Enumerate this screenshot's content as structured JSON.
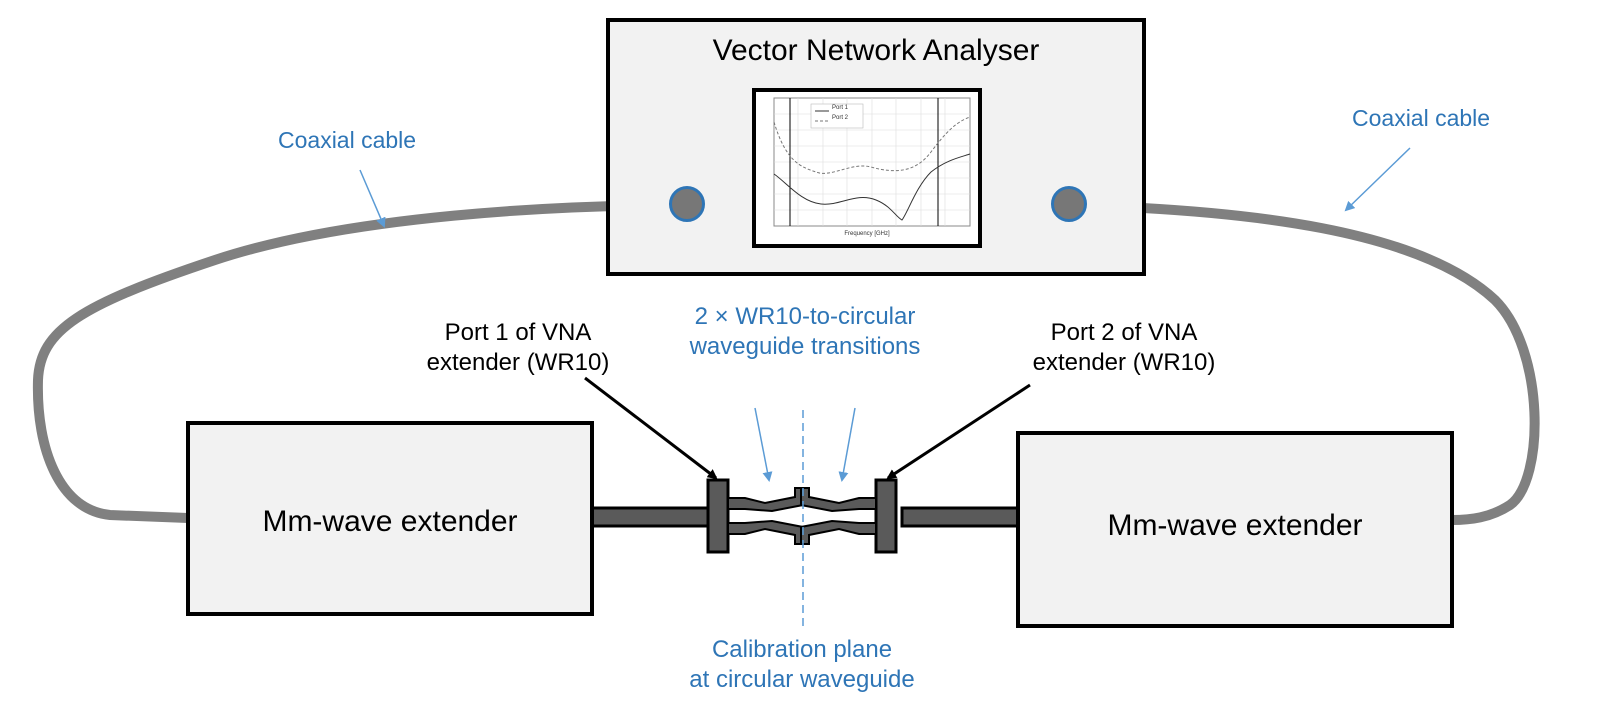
{
  "vna": {
    "title": "Vector Network Analyser",
    "screen": {
      "legend": [
        "Port 1",
        "Port 2"
      ],
      "xlabel": "Frequency [GHz]"
    }
  },
  "extender_left": {
    "label": "Mm-wave extender"
  },
  "extender_right": {
    "label": "Mm-wave extender"
  },
  "labels": {
    "coax_left": "Coaxial cable",
    "coax_right": "Coaxial cable",
    "port1_line1": "Port 1 of VNA",
    "port1_line2": "extender (WR10)",
    "port2_line1": "Port 2 of VNA",
    "port2_line2": "extender (WR10)",
    "transitions_line1": "2 × WR10-to-circular",
    "transitions_line2": "waveguide transitions",
    "calib_line1": "Calibration plane",
    "calib_line2": "at circular waveguide"
  },
  "colors": {
    "blue_text": "#2e75b6",
    "cable": "#808080",
    "box_fill": "#f2f2f2"
  }
}
